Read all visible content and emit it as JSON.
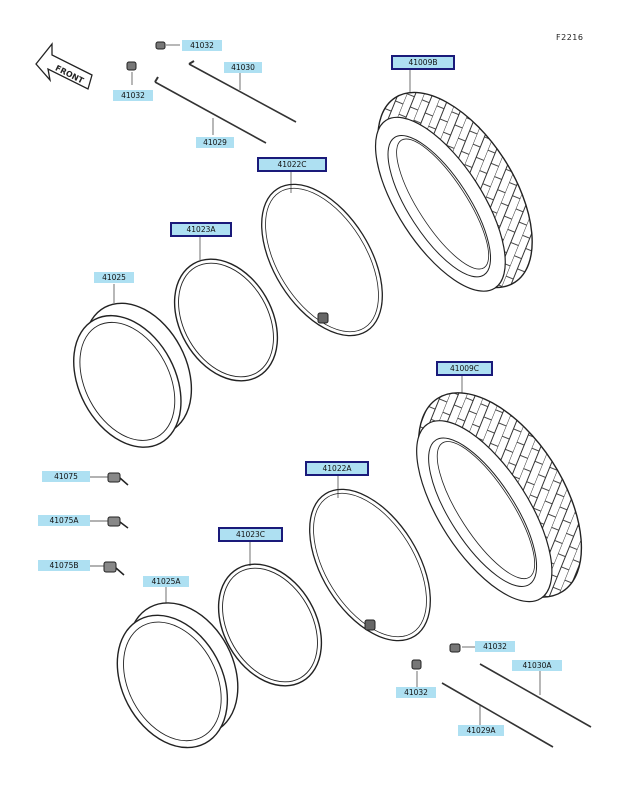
{
  "figure_code": "F2216",
  "front_arrow_text": "FRONT",
  "labels": {
    "l41032_top_right": "41032",
    "l41030": "41030",
    "l41032_top_left": "41032",
    "l41029": "41029",
    "l41009B": "41009B",
    "l41022C": "41022C",
    "l41023A": "41023A",
    "l41025": "41025",
    "l41009C": "41009C",
    "l41022A": "41022A",
    "l41075": "41075",
    "l41075A": "41075A",
    "l41075B": "41075B",
    "l41023C": "41023C",
    "l41025A": "41025A",
    "l41032_bottom_right": "41032",
    "l41030A": "41030A",
    "l41032_bottom_left": "41032",
    "l41029A": "41029A"
  },
  "colors": {
    "label_fill": "#aee0f2",
    "box_border": "#1a1a7a",
    "line": "#333333"
  }
}
